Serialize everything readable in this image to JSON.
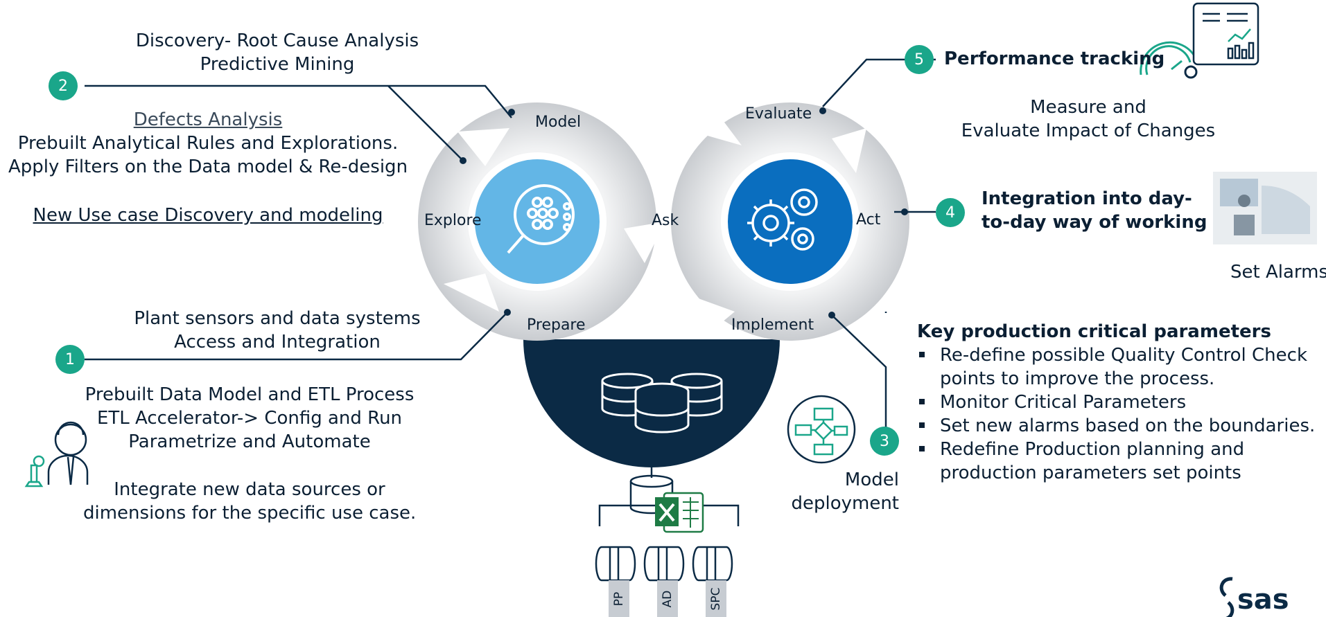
{
  "steps": {
    "s1": "1",
    "s2": "2",
    "s3": "3",
    "s4": "4",
    "s5": "5"
  },
  "left": {
    "model_title_1": "Discovery- Root Cause Analysis",
    "model_title_2": "Predictive Mining",
    "defects_link": "Defects Analysis",
    "defects_line_1": "Prebuilt Analytical Rules and Explorations.",
    "defects_line_2": "Apply Filters on the Data model & Re-design",
    "new_use_case": "New Use case Discovery and modeling",
    "plant_line_1": "Plant sensors and data systems",
    "plant_line_2": "Access and Integration",
    "etl_line_1": "Prebuilt Data Model and ETL Process",
    "etl_line_2": "ETL Accelerator-> Config and Run",
    "etl_line_3": "Parametrize and Automate",
    "integrate_line_1": "Integrate new data sources or",
    "integrate_line_2": "dimensions for the specific use case."
  },
  "cycle": {
    "model": "Model",
    "explore": "Explore",
    "prepare": "Prepare",
    "ask": "Ask",
    "evaluate": "Evaluate",
    "act": "Act",
    "implement": "Implement"
  },
  "right": {
    "performance": "Performance tracking",
    "measure_1": "Measure and",
    "measure_2": "Evaluate Impact of Changes",
    "integration_1": "Integration into day-",
    "integration_2": "to-day way of working",
    "set_alarms": "Set Alarms",
    "model_deploy_1": "Model",
    "model_deploy_2": "deployment",
    "key_title": "Key production critical parameters",
    "bullets": [
      "Re-define possible Quality Control Check points to improve the process.",
      "Monitor Critical Parameters",
      "Set new alarms based on the boundaries.",
      "Redefine Production planning and production parameters set points"
    ]
  },
  "sources": {
    "pp": "PP",
    "ad": "AD",
    "spc": "SPC"
  },
  "brand": {
    "logo": "sas"
  },
  "colors": {
    "teal": "#1aa68a",
    "navy": "#0b2a45",
    "light_blue": "#63b6e6",
    "blue": "#0a6ebf",
    "grey": "#d9dbde"
  },
  "icons": [
    "magnifier-icon",
    "gears-icon",
    "database-icon",
    "excel-icon",
    "flowchart-icon",
    "gauge-icon",
    "dashboard-icon",
    "person-icon",
    "office-photo-icon"
  ]
}
